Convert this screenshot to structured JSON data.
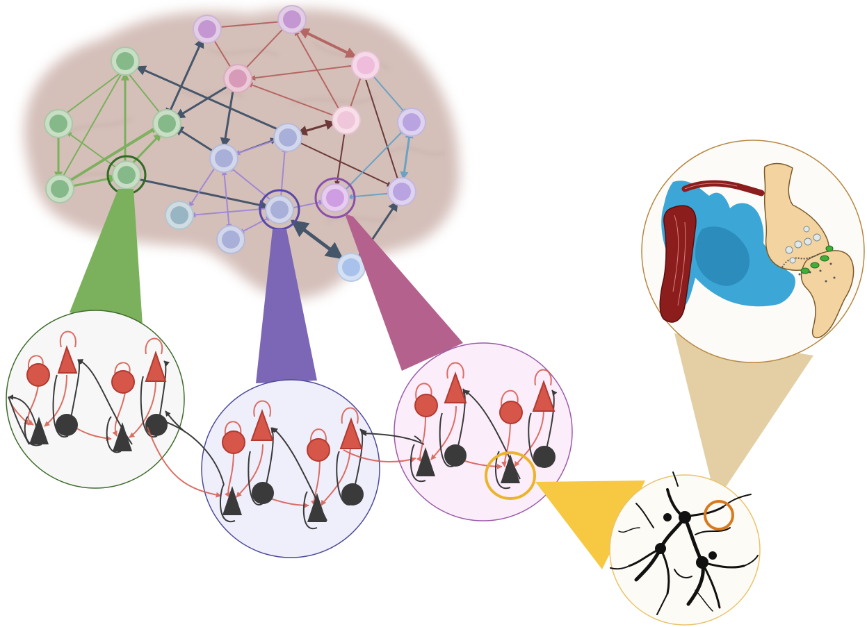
{
  "figure": {
    "colors": {
      "brain": "#cfb9b3",
      "green": "#7bb05c",
      "purple": "#7b67b5",
      "magenta": "#b4618e",
      "gold": "#f7c842",
      "tan": "#e4cfa5",
      "excitatory": "#d6574a",
      "inhibitory": "#3a3a3a"
    },
    "modules": [
      "green",
      "purple",
      "magenta"
    ],
    "icons": [
      "brain-icon",
      "pyramidal-neuron-icon",
      "interneuron-icon",
      "astrocyte-icon",
      "synapse-icon",
      "blood-vessel-icon"
    ]
  }
}
